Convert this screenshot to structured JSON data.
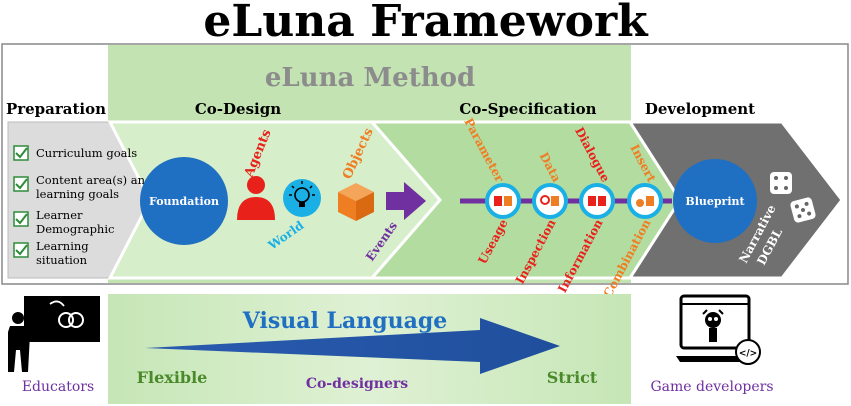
{
  "title": "eLuna Framework",
  "method_label": "eLuna Method",
  "sections": {
    "preparation": "Preparation",
    "codesign": "Co-Design",
    "cospec": "Co-Specification",
    "development": "Development"
  },
  "checklist": [
    [
      "Curriculum goals"
    ],
    [
      "Content area(s) and",
      "learning goals"
    ],
    [
      "Learner",
      "Demographic"
    ],
    [
      "Learning",
      "situation"
    ]
  ],
  "foundation": "Foundation",
  "codesign_labels": {
    "agents": "Agents",
    "objects": "Objects",
    "world": "World",
    "events": "Events"
  },
  "cospec_top": [
    "Parameter",
    "Data",
    "Dialogue",
    "Insert"
  ],
  "cospec_bottom": [
    "Useage",
    "Inspection",
    "Information",
    "Combination"
  ],
  "blueprint": "Blueprint",
  "narrative": [
    "Narrative",
    "DGBL"
  ],
  "bottom": {
    "educators": "Educators",
    "game_developers": "Game developers",
    "visual_language": "Visual Language",
    "flexible": "Flexible",
    "codesigners": "Co-designers",
    "strict": "Strict"
  },
  "colors": {
    "green_light": "#d9efcf",
    "green_mid": "#b5dea3",
    "green_text": "#4a8a2b",
    "blue": "#1f6fc2",
    "purple": "#7030a0",
    "red": "#e8211b",
    "orange": "#ef7d22",
    "cyan": "#1ab0e6",
    "grey": "#7a7a7a"
  }
}
